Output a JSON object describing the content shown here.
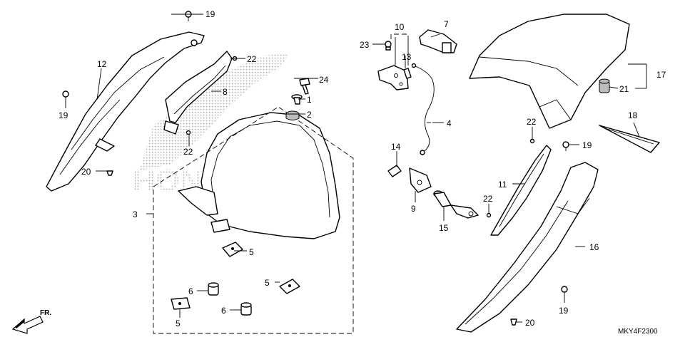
{
  "diagram": {
    "watermark": "HONDA",
    "front_label": "FR.",
    "diagram_code": "MKY4F2300",
    "callouts": [
      {
        "id": "c1",
        "label": "1"
      },
      {
        "id": "c2",
        "label": "2"
      },
      {
        "id": "c3",
        "label": "3"
      },
      {
        "id": "c4",
        "label": "4"
      },
      {
        "id": "c5a",
        "label": "5"
      },
      {
        "id": "c5b",
        "label": "5"
      },
      {
        "id": "c5c",
        "label": "5"
      },
      {
        "id": "c6a",
        "label": "6"
      },
      {
        "id": "c6b",
        "label": "6"
      },
      {
        "id": "c7",
        "label": "7"
      },
      {
        "id": "c8",
        "label": "8"
      },
      {
        "id": "c9",
        "label": "9"
      },
      {
        "id": "c10",
        "label": "10"
      },
      {
        "id": "c11",
        "label": "11"
      },
      {
        "id": "c12",
        "label": "12"
      },
      {
        "id": "c13",
        "label": "13"
      },
      {
        "id": "c14",
        "label": "14"
      },
      {
        "id": "c15",
        "label": "15"
      },
      {
        "id": "c16",
        "label": "16"
      },
      {
        "id": "c17",
        "label": "17"
      },
      {
        "id": "c18",
        "label": "18"
      },
      {
        "id": "c19a",
        "label": "19"
      },
      {
        "id": "c19b",
        "label": "19"
      },
      {
        "id": "c19c",
        "label": "19"
      },
      {
        "id": "c19d",
        "label": "19"
      },
      {
        "id": "c20a",
        "label": "20"
      },
      {
        "id": "c20b",
        "label": "20"
      },
      {
        "id": "c21",
        "label": "21"
      },
      {
        "id": "c22a",
        "label": "22"
      },
      {
        "id": "c22b",
        "label": "22"
      },
      {
        "id": "c22c",
        "label": "22"
      },
      {
        "id": "c22d",
        "label": "22"
      },
      {
        "id": "c23",
        "label": "23"
      },
      {
        "id": "c24",
        "label": "24"
      }
    ]
  }
}
